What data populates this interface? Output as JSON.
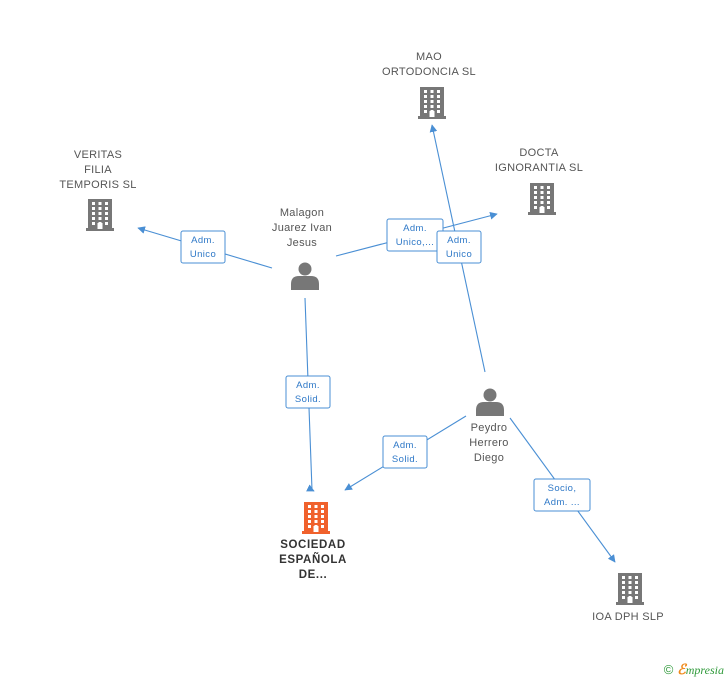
{
  "colors": {
    "company": "#777777",
    "main_company": "#f0612c",
    "person": "#777777",
    "edge": "#4a8fd4"
  },
  "nodes": [
    {
      "id": "mao",
      "type": "company",
      "label": [
        "MAO",
        "ORTODONCIA SL"
      ]
    },
    {
      "id": "docta",
      "type": "company",
      "label": [
        "DOCTA",
        "IGNORANTIA SL"
      ]
    },
    {
      "id": "veritas",
      "type": "company",
      "label": [
        "VERITAS",
        "FILIA",
        "TEMPORIS  SL"
      ]
    },
    {
      "id": "malagon",
      "type": "person",
      "label": [
        "Malagon",
        "Juarez Ivan",
        "Jesus"
      ]
    },
    {
      "id": "peydro",
      "type": "person",
      "label": [
        "Peydro",
        "Herrero",
        "Diego"
      ]
    },
    {
      "id": "sociedad",
      "type": "main_company",
      "label": [
        "SOCIEDAD",
        "ESPAÑOLA",
        "DE..."
      ]
    },
    {
      "id": "ioa",
      "type": "company",
      "label": [
        "IOA DPH SLP"
      ]
    }
  ],
  "edges": [
    {
      "from": "malagon",
      "to": "veritas",
      "label": [
        "Adm.",
        "Unico"
      ]
    },
    {
      "from": "malagon",
      "to": "docta",
      "label": [
        "Adm.",
        "Unico,..."
      ]
    },
    {
      "from": "peydro",
      "to": "mao",
      "label": [
        "Adm.",
        "Unico"
      ]
    },
    {
      "from": "malagon",
      "to": "sociedad",
      "label": [
        "Adm.",
        "Solid."
      ]
    },
    {
      "from": "peydro",
      "to": "sociedad",
      "label": [
        "Adm.",
        "Solid."
      ]
    },
    {
      "from": "peydro",
      "to": "ioa",
      "label": [
        "Socio,",
        "Adm. ..."
      ]
    }
  ],
  "footer": {
    "copyright": "©",
    "brand_first": "ℰ",
    "brand_rest": "mpresia"
  }
}
